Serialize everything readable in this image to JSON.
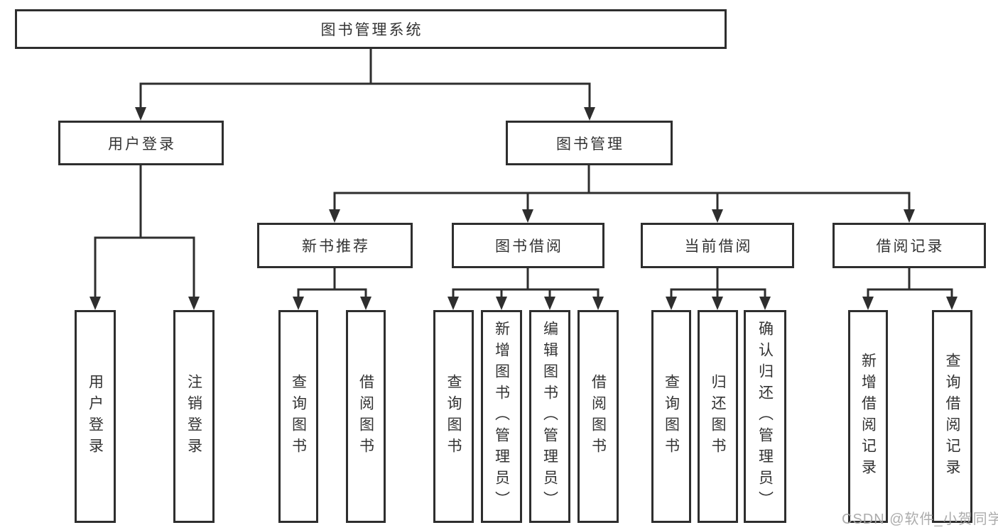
{
  "nodes": {
    "root": "图书管理系统",
    "user_login": "用户登录",
    "book_management": "图书管理",
    "new_book_recommend": "新书推荐",
    "book_borrowing": "图书借阅",
    "current_borrowing": "当前借阅",
    "borrowing_records": "借阅记录",
    "user_login_leaf": "用户登录",
    "logout": "注销登录",
    "query_books_1": "查询图书",
    "borrow_books_1": "借阅图书",
    "query_books_2": "查询图书",
    "add_books_admin": "新增图书（管理员）",
    "edit_books_admin": "编辑图书（管理员）",
    "borrow_books_2": "借阅图书",
    "query_books_3": "查询图书",
    "return_books": "归还图书",
    "confirm_return_admin": "确认归还（管理员）",
    "add_borrow_record": "新增借阅记录",
    "query_borrow_record": "查询借阅记录"
  },
  "watermark": {
    "text": "CSDN @软件_小贺同学",
    "color": "#a5a5a5"
  },
  "colors": {
    "line": "#2e2e2e",
    "box_border": "#2e2e2e",
    "box_fill": "#ffffff",
    "text": "#333333"
  }
}
